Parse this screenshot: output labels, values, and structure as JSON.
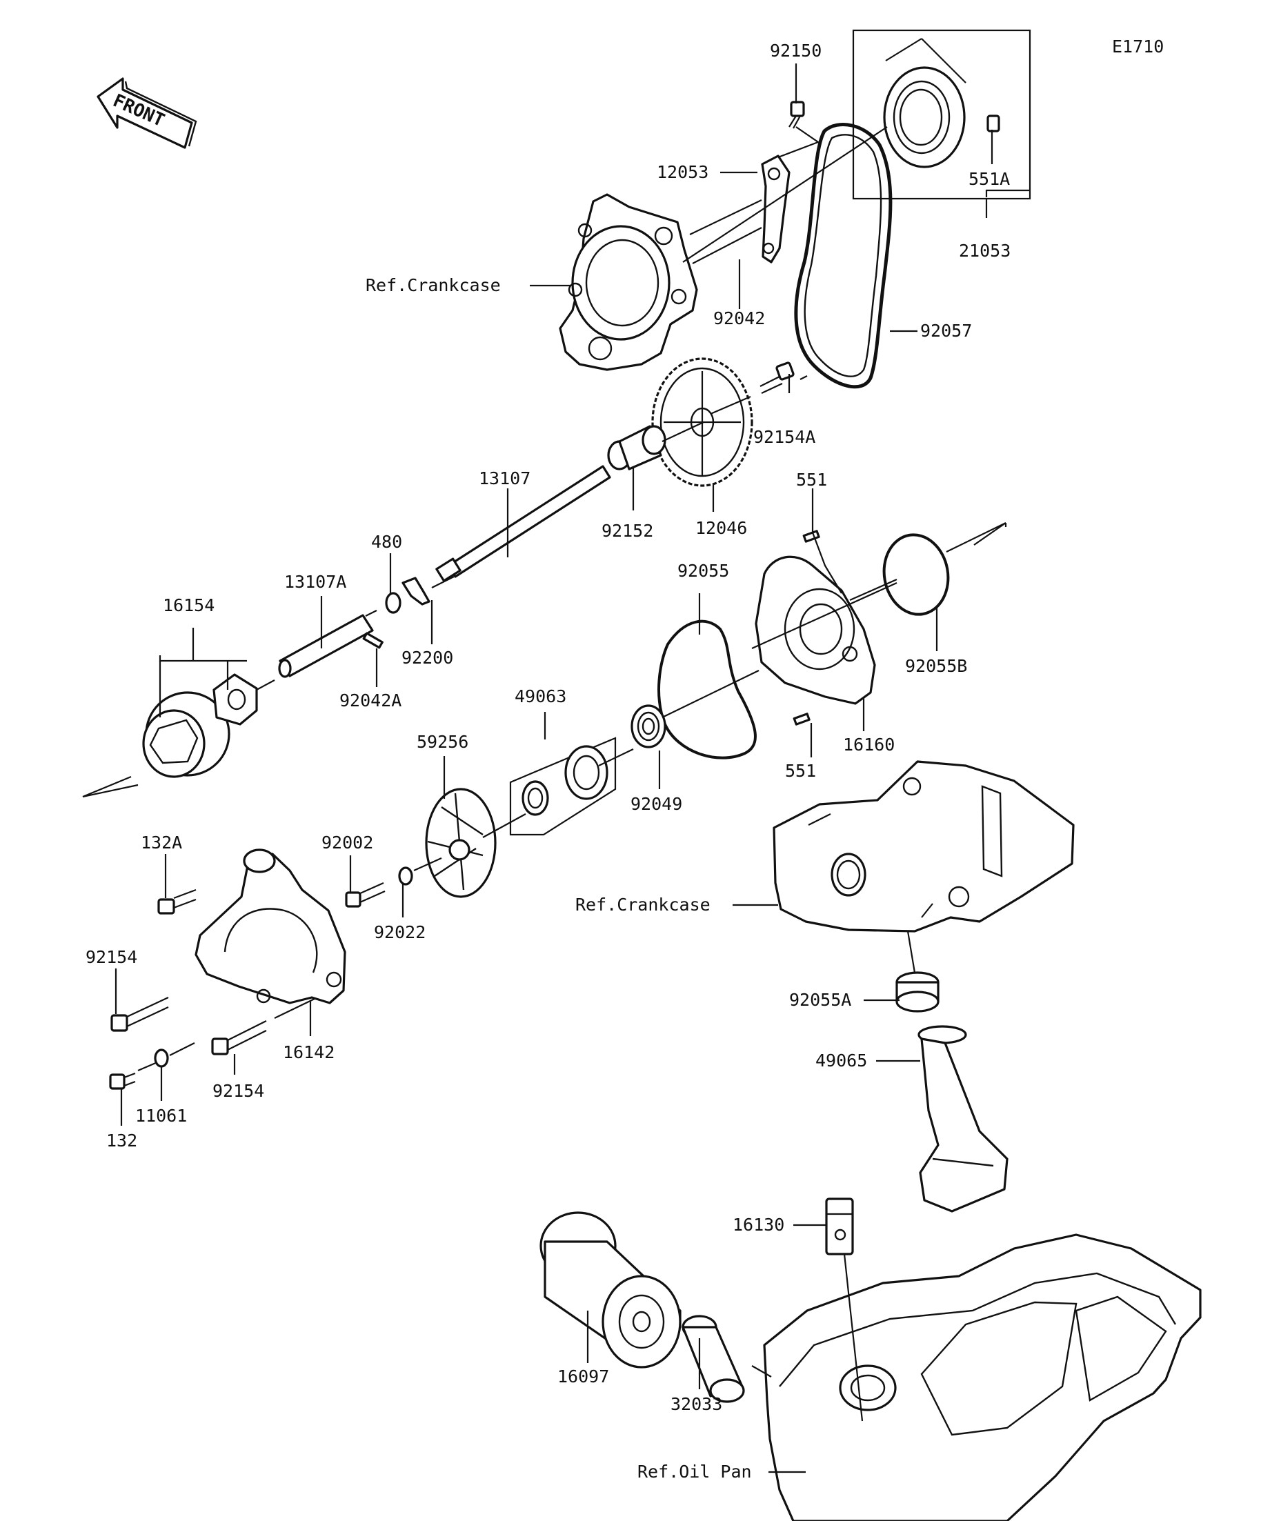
{
  "diagram": {
    "code": "E1710",
    "front_label": "FRONT",
    "labels": {
      "p92150": "92150",
      "p21053": "21053",
      "p551A": "551A",
      "p12053": "12053",
      "ref_crankcase_top": "Ref.Crankcase",
      "p92042": "92042",
      "p92057": "92057",
      "p92154A": "92154A",
      "p13107": "13107",
      "p92152": "92152",
      "p12046": "12046",
      "p551_top": "551",
      "p480": "480",
      "p13107A": "13107A",
      "p16154": "16154",
      "p92200": "92200",
      "p92042A": "92042A",
      "p92055": "92055",
      "p92055B": "92055B",
      "p16160": "16160",
      "p551_bottom": "551",
      "p49063": "49063",
      "p59256": "59256",
      "p92049": "92049",
      "p132A": "132A",
      "p92002": "92002",
      "p92022": "92022",
      "ref_crankcase_mid": "Ref.Crankcase",
      "p92154_left": "92154",
      "p16142": "16142",
      "p92154_bottom": "92154",
      "p11061": "11061",
      "p132": "132",
      "p92055A": "92055A",
      "p49065": "49065",
      "p16130": "16130",
      "p16097": "16097",
      "p32033": "32033",
      "ref_oil_pan": "Ref.Oil Pan"
    }
  }
}
